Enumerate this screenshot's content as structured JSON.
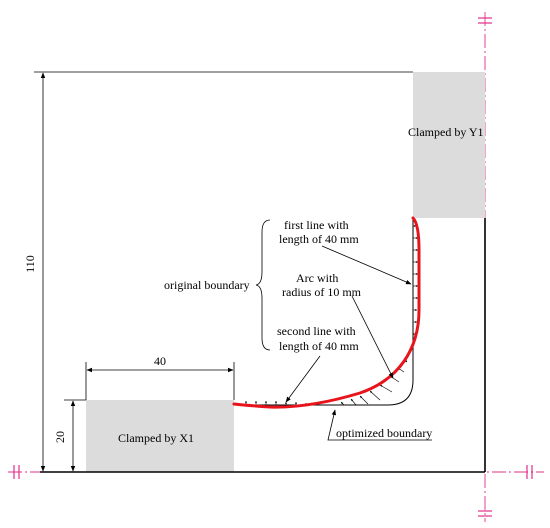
{
  "labels": {
    "clamped_y1": "Clamped by Y1",
    "clamped_x1": "Clamped by X1",
    "first_line_1": "first line with",
    "first_line_2": "length of 40 mm",
    "arc_1": "Arc with",
    "arc_2": "radius of 10 mm",
    "second_line_1": "second line with",
    "second_line_2": "length of 40 mm",
    "original_boundary": "original boundary",
    "optimized_boundary": "optimized boundary"
  },
  "dimensions": {
    "height": "110",
    "width": "40",
    "clamp_height": "20"
  },
  "colors": {
    "optimized_boundary": "#e8141c",
    "clamp_fill": "#dcdcdc",
    "centerline": "#e0308a"
  }
}
